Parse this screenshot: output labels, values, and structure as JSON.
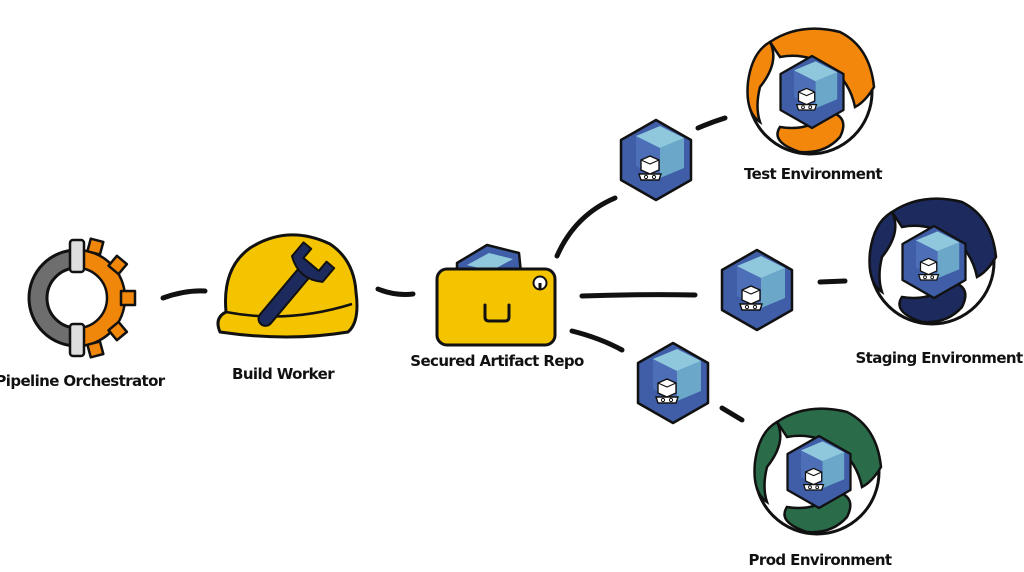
{
  "nodes": {
    "orchestrator": {
      "label": "Pipeline Orchestrator",
      "icon": "gear-ring-icon",
      "color": "#f0860a"
    },
    "worker": {
      "label": "Build Worker",
      "icon": "hardhat-wrench-icon",
      "color": "#f5c400"
    },
    "repo": {
      "label": "Secured Artifact Repo",
      "icon": "locked-folder-icon",
      "color": "#f5c400"
    },
    "test": {
      "label": "Test Environment",
      "icon": "globe-icon",
      "color": "#f2870c"
    },
    "staging": {
      "label": "Staging Environment",
      "icon": "globe-icon",
      "color": "#1c2a5e"
    },
    "prod": {
      "label": "Prod Environment",
      "icon": "globe-icon",
      "color": "#2a6b49"
    }
  },
  "colors": {
    "package_blue": "#3f5ea7",
    "package_light": "#8fc8dc",
    "outline": "#111111"
  }
}
